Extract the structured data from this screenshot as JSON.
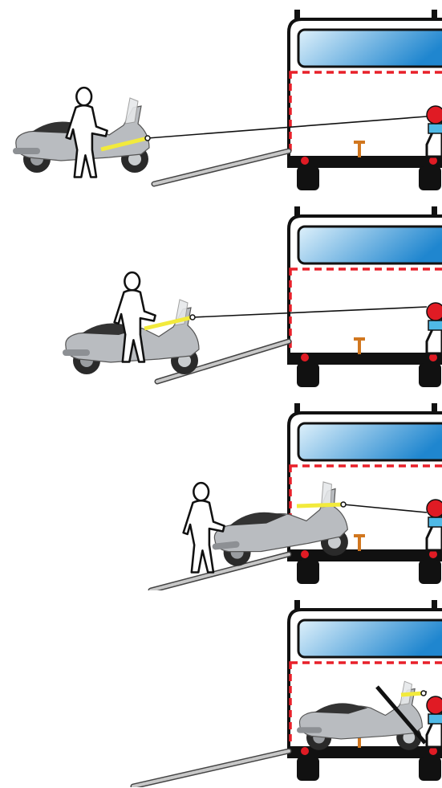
{
  "diagram": {
    "colors": {
      "outline": "#111111",
      "van_fill": "#ffffff",
      "red_dashed": "#e8202a",
      "window_light": "#dff1fb",
      "window_dark": "#1f86cf",
      "strap": "#f2ea3c",
      "rope": "#111111",
      "winch_red": "#e01b24",
      "winch_blue": "#4fb9e6",
      "ramp": "#c8c8c8",
      "ramp_edge": "#444444",
      "moto_body": "#b9bcc0",
      "moto_dark": "#2a2a2a",
      "person": "#ffffff"
    },
    "steps": [
      {
        "step": 1,
        "stage": "motorcycle-and-person-at-ramp-foot",
        "progress": 0.0
      },
      {
        "step": 2,
        "stage": "motorcycle-on-lower-ramp",
        "progress": 0.25
      },
      {
        "step": 3,
        "stage": "motorcycle-entering-van",
        "progress": 0.7
      },
      {
        "step": 4,
        "stage": "motorcycle-secured-inside-van",
        "progress": 1.0
      }
    ]
  }
}
